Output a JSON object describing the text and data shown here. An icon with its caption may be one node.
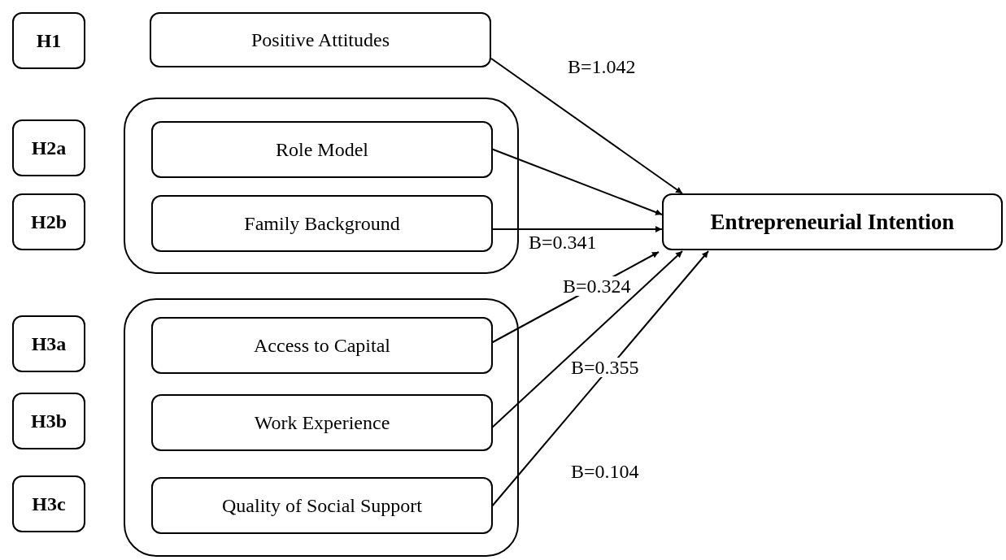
{
  "diagram": {
    "nodes": [
      {
        "text": [
          "H1"
        ]
      },
      {
        "text": [
          "Positive Attitudes"
        ]
      },
      {
        "text": [
          "H2a"
        ]
      },
      {
        "text": [],
        "shape": "box"
      },
      {
        "text": [
          "Role Model"
        ],
        "in": 3
      },
      {
        "text": [
          "H2b"
        ]
      },
      {
        "text": [
          "Family Background"
        ],
        "in": 3
      },
      {
        "text": [
          "H3a"
        ]
      },
      {
        "text": [],
        "shape": "box"
      },
      {
        "text": [
          "Access to Capital"
        ],
        "in": 8
      },
      {
        "text": [
          "H3b"
        ]
      },
      {
        "text": [
          "Work Experience"
        ],
        "in": 8
      },
      {
        "text": [
          "H3c"
        ]
      },
      {
        "text": [
          "Quality of Social Support"
        ],
        "in": 8
      },
      {
        "text": [
          "Entrepreneurial Intention"
        ]
      }
    ],
    "edges": [
      {
        "from": 1,
        "to": 14,
        "arrow": "to",
        "label": "B=1.042"
      },
      {
        "from": 4,
        "to": 14,
        "arrow": "to"
      },
      {
        "from": 6,
        "to": 14,
        "arrow": "to",
        "label": "B=0.341"
      },
      {
        "from": 9,
        "to": 14,
        "arrow": "to",
        "label": "B=0.324"
      },
      {
        "from": 11,
        "to": 14,
        "arrow": "to",
        "label": "B=0.355"
      },
      {
        "from": 13,
        "to": 14,
        "arrow": "to",
        "label": "B=0.104"
      }
    ]
  }
}
